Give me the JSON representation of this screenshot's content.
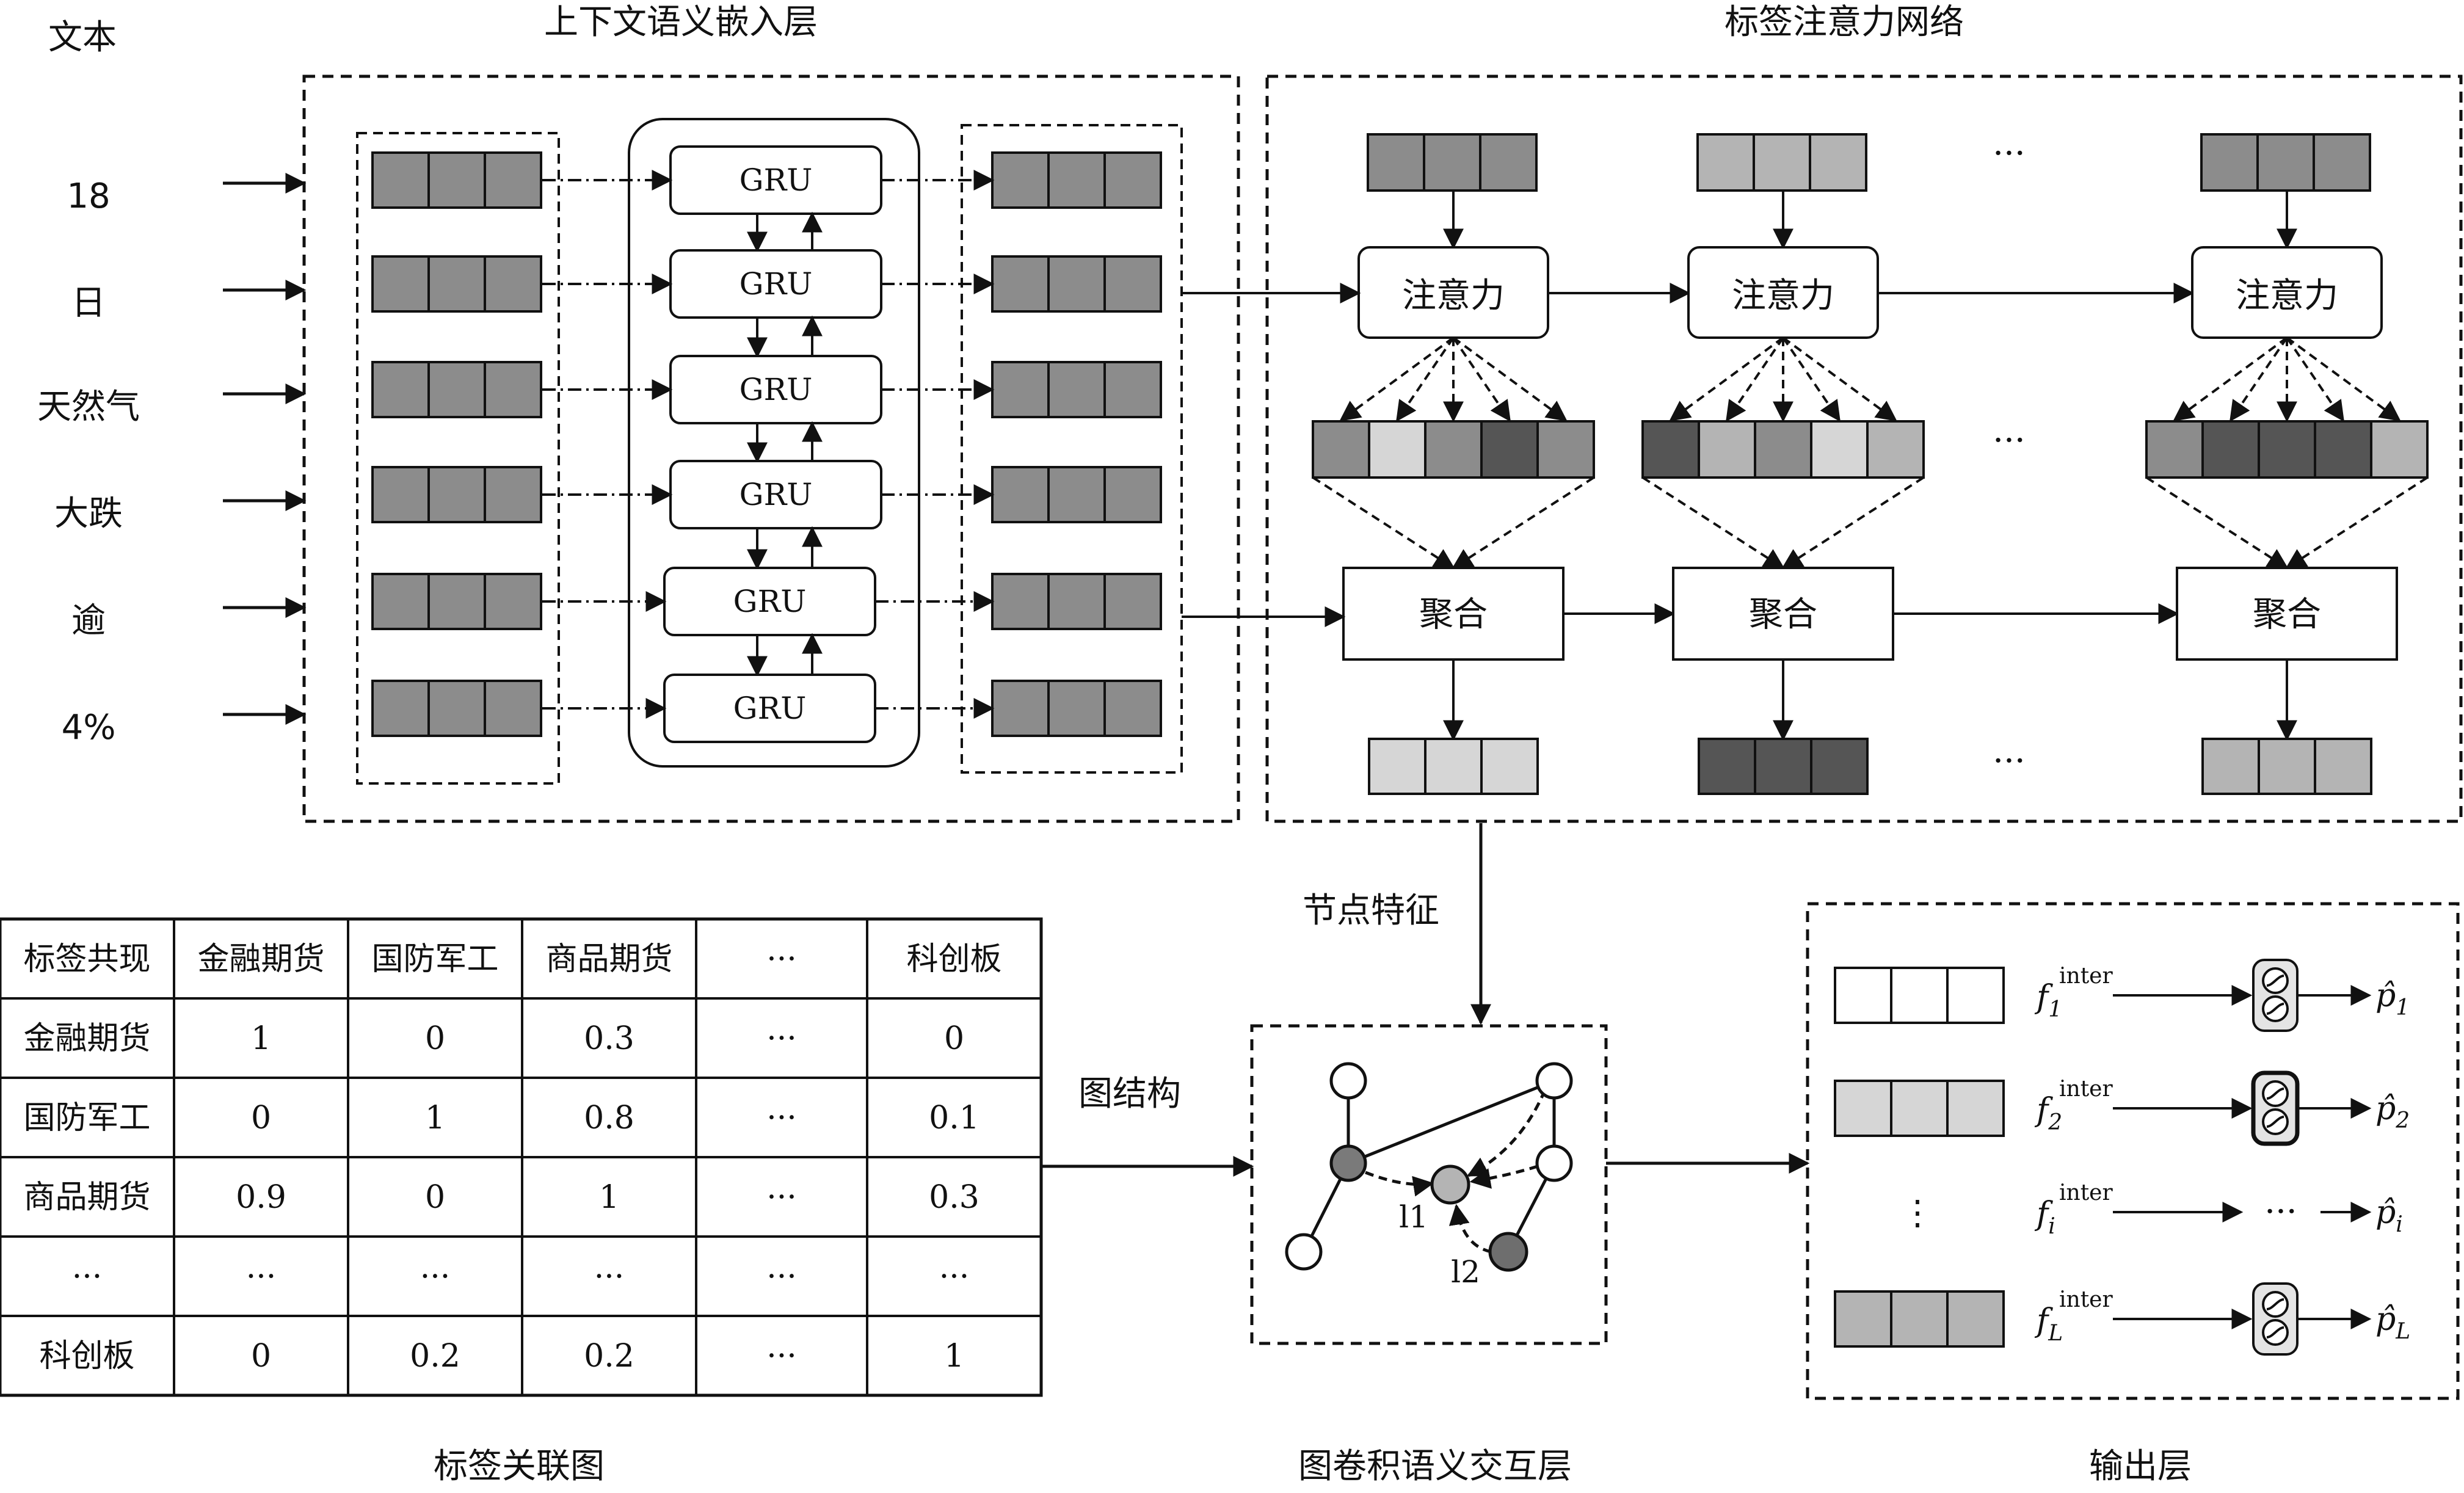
{
  "input": {
    "title": "文本",
    "tokens": [
      "18",
      "日",
      "天然气",
      "大跌",
      "逾",
      "4%"
    ]
  },
  "embedding": {
    "title": "上下文语义嵌入层",
    "gru_label": "GRU"
  },
  "label_attention": {
    "title": "标签注意力网络",
    "attention_label": "注意力",
    "aggregate_label": "聚合",
    "ellipsis": "···"
  },
  "label_graph": {
    "caption": "标签关联图",
    "table": {
      "header": [
        "标签共现",
        "金融期货",
        "国防军工",
        "商品期货",
        "···",
        "科创板"
      ],
      "rows": [
        [
          "金融期货",
          "1",
          "0",
          "0.3",
          "···",
          "0"
        ],
        [
          "国防军工",
          "0",
          "1",
          "0.8",
          "···",
          "0.1"
        ],
        [
          "商品期货",
          "0.9",
          "0",
          "1",
          "···",
          "0.3"
        ],
        [
          "···",
          "···",
          "···",
          "···",
          "···",
          "···"
        ],
        [
          "科创板",
          "0",
          "0.2",
          "0.2",
          "···",
          "1"
        ]
      ]
    }
  },
  "gcn": {
    "caption": "图卷积语义交互层",
    "node_feature_label": "节点特征",
    "graph_structure_label": "图结构",
    "node_label_1": "l1",
    "node_label_2": "l2"
  },
  "output": {
    "caption": "输出层",
    "rows": [
      {
        "f": "f",
        "sub": "1",
        "sup": "inter",
        "p": "p̂",
        "psub": "1"
      },
      {
        "f": "f",
        "sub": "2",
        "sup": "inter",
        "p": "p̂",
        "psub": "2"
      },
      {
        "f": "f",
        "sub": "i",
        "sup": "inter",
        "p": "p̂",
        "psub": "i"
      },
      {
        "f": "f",
        "sub": "L",
        "sup": "inter",
        "p": "p̂",
        "psub": "L"
      }
    ],
    "vdots": "⋮",
    "ellipsis": "···"
  },
  "colors": {
    "dark": "#555555",
    "mid": "#8c8c8c",
    "light": "#b4b4b4",
    "lighter": "#d6d6d6",
    "darkest": "#444444"
  }
}
